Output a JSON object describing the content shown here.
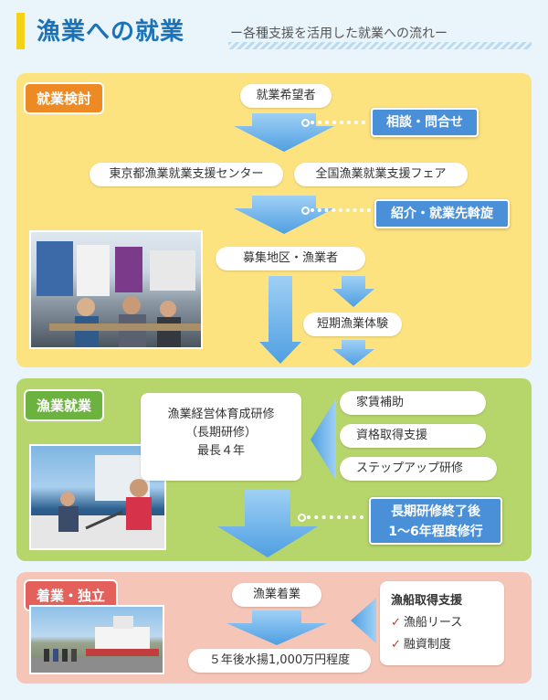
{
  "header": {
    "title": "漁業への就業",
    "subtitle": "ー各種支援を活用した就業への流れー"
  },
  "consider": {
    "tag": "就業検討",
    "applicant": "就業希望者",
    "consult": "相談・問合せ",
    "center": "東京都漁業就業支援センター",
    "fair": "全国漁業就業支援フェア",
    "introduce": "紹介・就業先斡旋",
    "recruit": "募集地区・漁業者",
    "short_trial": "短期漁業体験"
  },
  "employ": {
    "tag": "漁業就業",
    "training_line1": "漁業経営体育成研修",
    "training_line2": "（長期研修）",
    "training_line3": "最長４年",
    "support_rent": "家賃補助",
    "support_license": "資格取得支援",
    "support_stepup": "ステップアップ研修",
    "after_line1": "長期研修終了後",
    "after_line2": "1〜6年程度修行"
  },
  "independent": {
    "tag": "着業・独立",
    "start": "漁業着業",
    "result": "５年後水揚1,000万円程度",
    "boat_support": "漁船取得支援",
    "boat_lease": "漁船リース",
    "finance": "融資制度",
    "check_mark": "✓"
  },
  "colors": {
    "title_blue": "#1a73b8",
    "consider_bg": "#fde37f",
    "employ_bg": "#b6d56a",
    "independent_bg": "#f5c5b7",
    "arrow_blue": "#5fa8e6",
    "box_blue": "#4a90d9"
  }
}
